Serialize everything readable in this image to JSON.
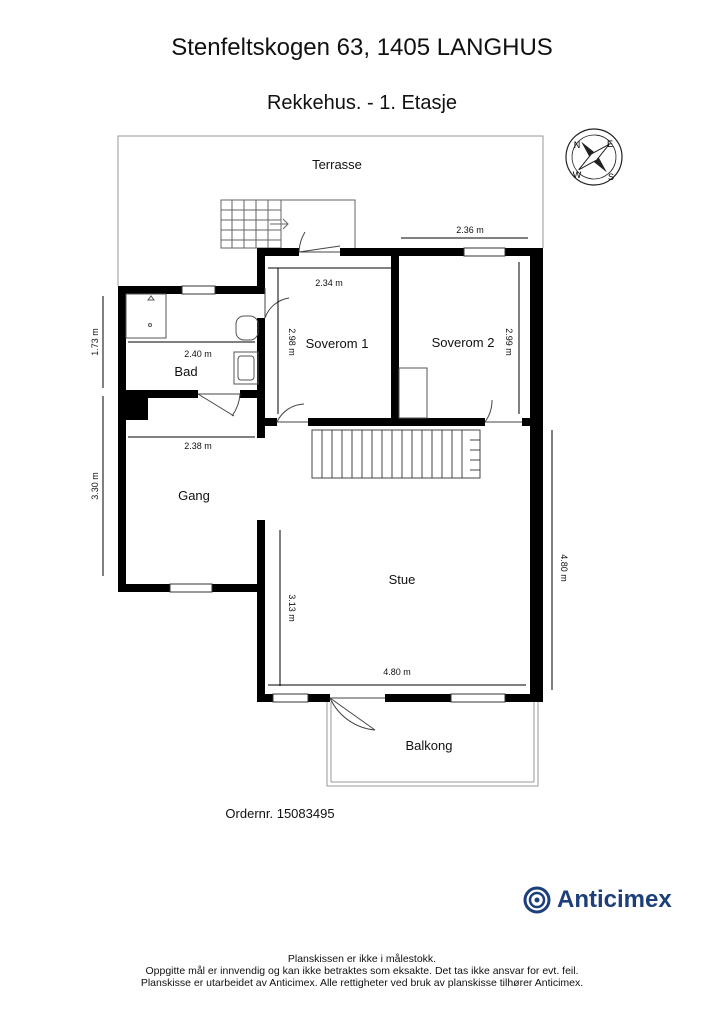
{
  "header": {
    "address": "Stenfeltskogen 63, 1405 LANGHUS",
    "subtitle": "Rekkehus.  - 1. Etasje"
  },
  "rooms": {
    "terrace": "Terrasse",
    "bedroom1": "Soverom 1",
    "bedroom2": "Soverom 2",
    "bathroom": "Bad",
    "hallway": "Gang",
    "living": "Stue",
    "balcony": "Balkong"
  },
  "dimensions": {
    "bedroom2_width": "2.36 m",
    "bedroom1_width": "2.34 m",
    "bedroom1_depth": "2.98 m",
    "bedroom2_depth": "2.99 m",
    "bath_height": "1.73 m",
    "bath_width": "2.40 m",
    "hall_width": "2.38 m",
    "hall_height": "3.30 m",
    "living_depth": "3.13 m",
    "living_width": "4.80 m",
    "living_height": "4.80 m"
  },
  "compass": {
    "n": "N",
    "e": "E",
    "s": "S",
    "w": "W"
  },
  "order_number": "Ordernr. 15083495",
  "brand": {
    "name": "Anticimex",
    "color": "#1d3f7a"
  },
  "footer": {
    "line1": "Planskissen er ikke i målestokk.",
    "line2": "Oppgitte mål er innvendig og kan ikke betraktes som eksakte. Det tas ikke ansvar for evt. feil.",
    "line3": "Planskisse er utarbeidet av Anticimex. Alle rettigheter ved bruk av planskisse tilhører Anticimex."
  }
}
